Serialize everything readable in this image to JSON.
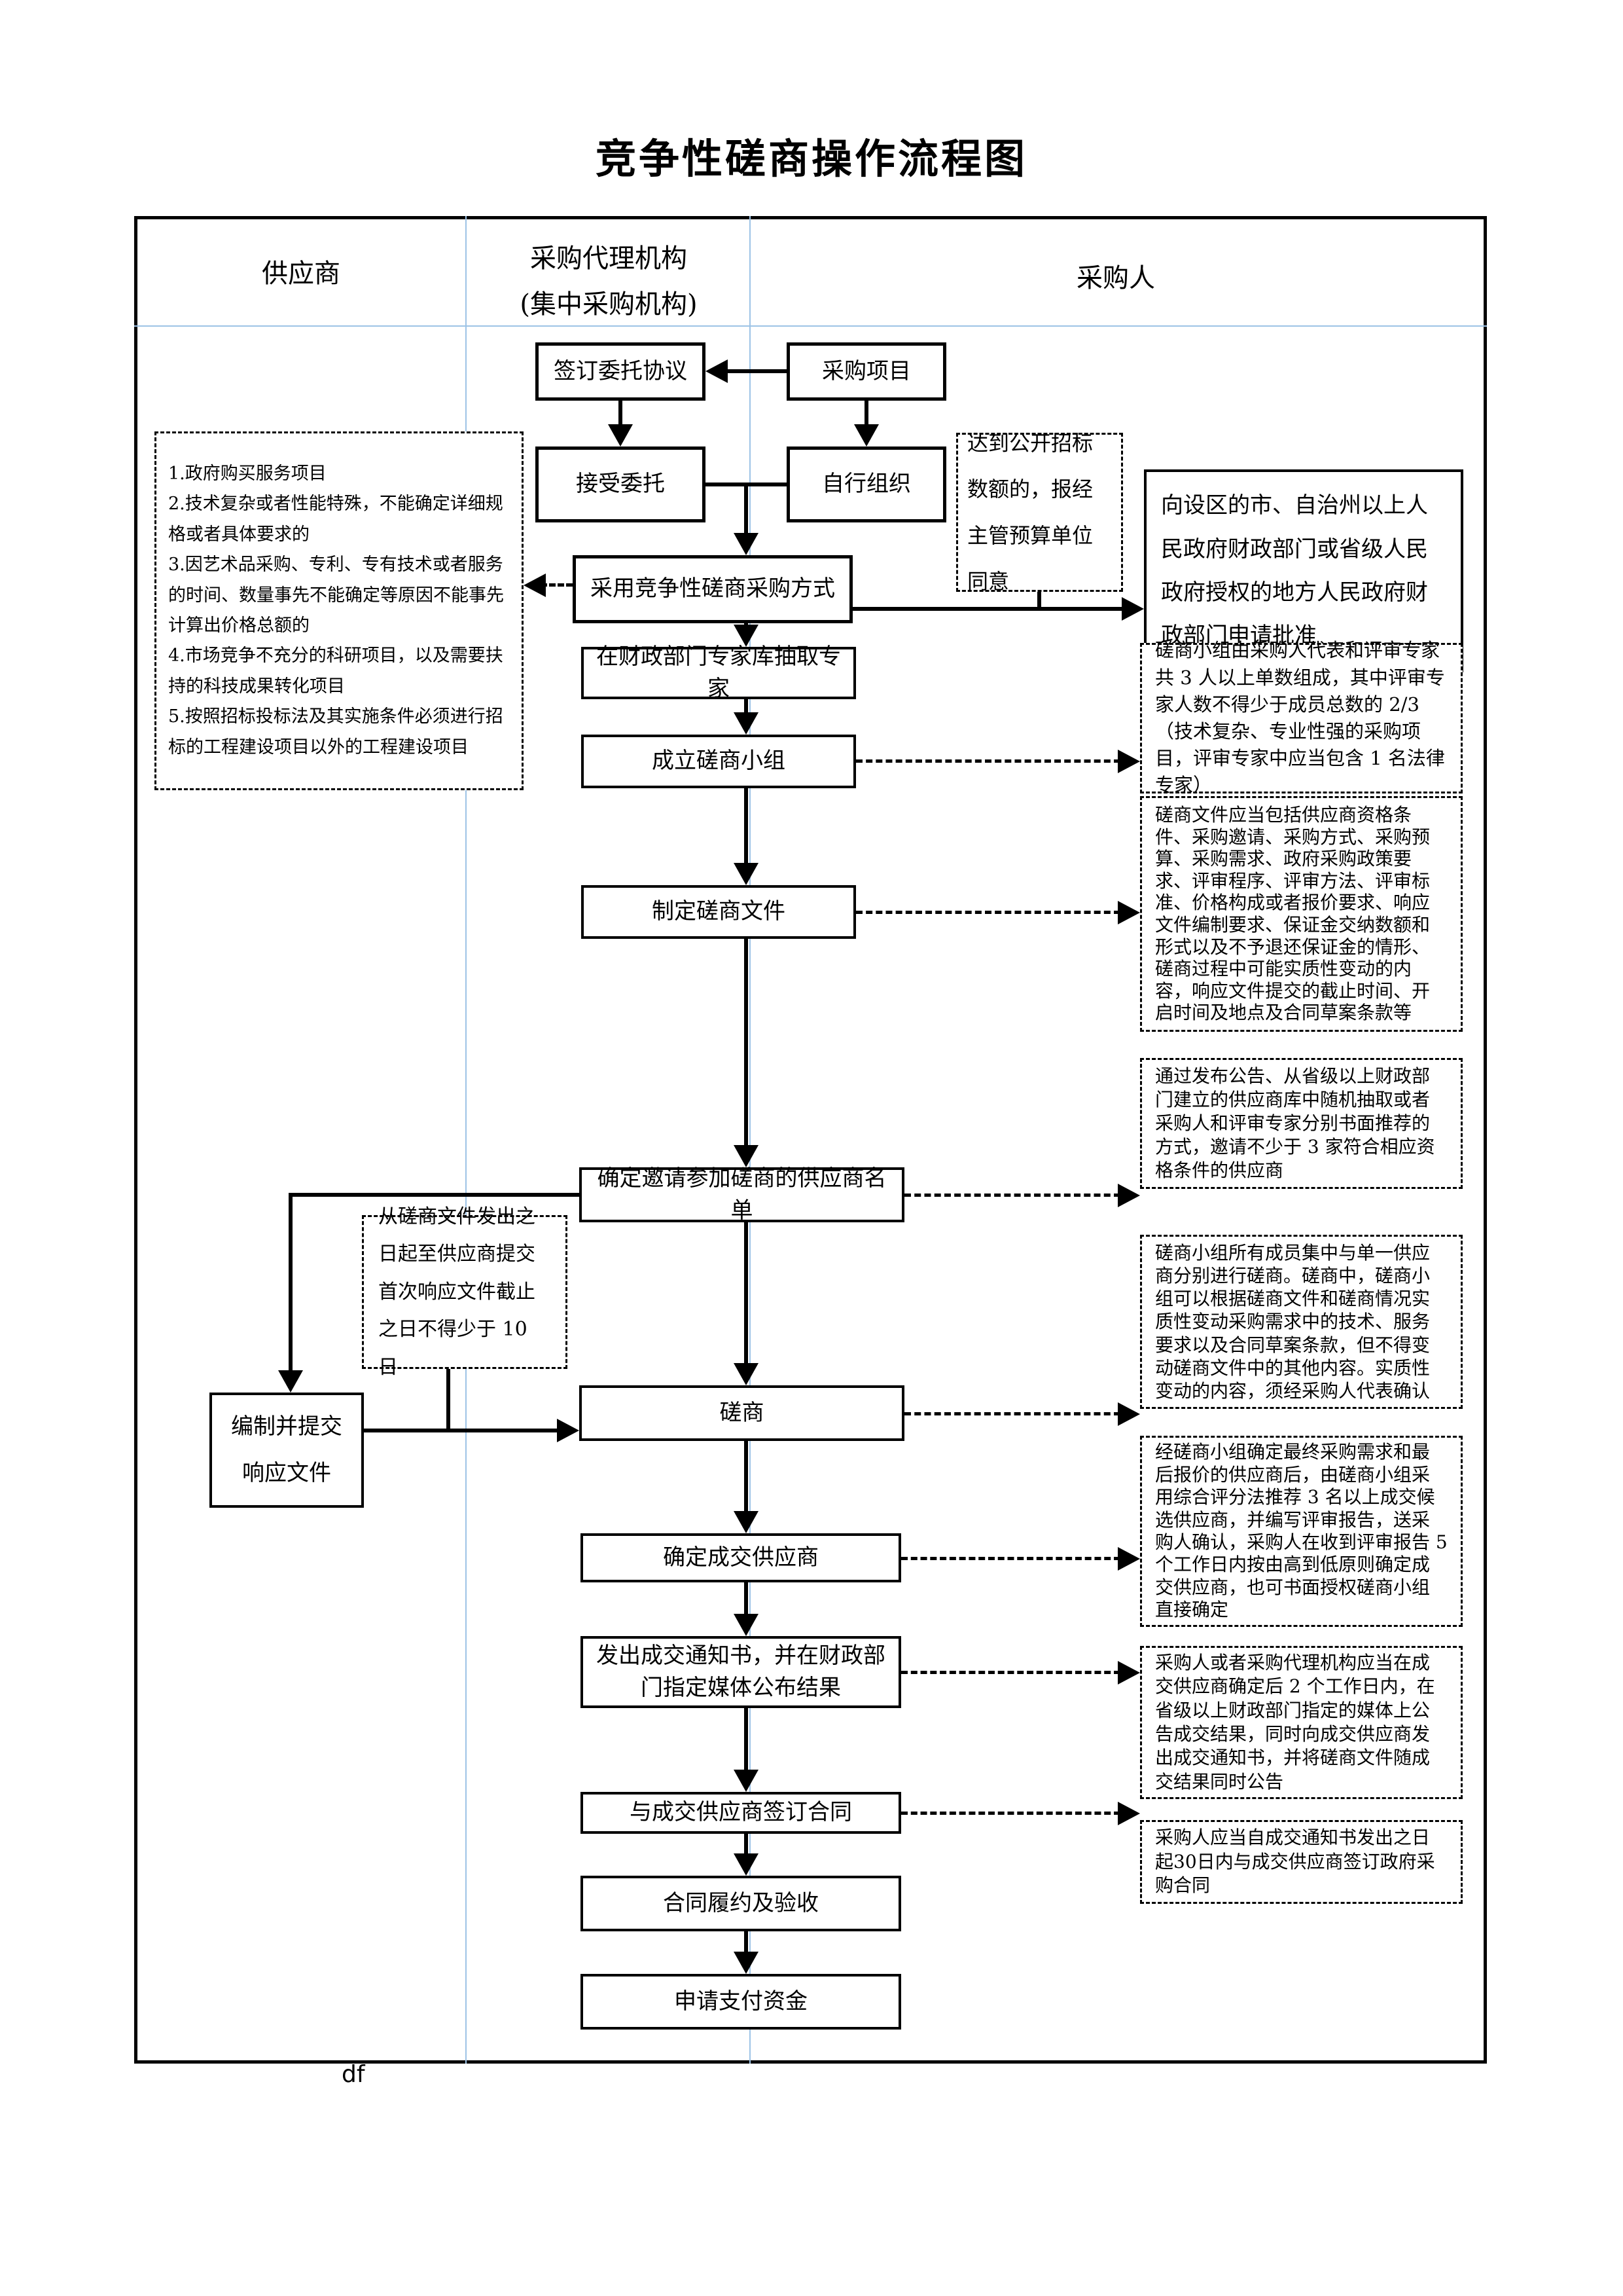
{
  "title": "竞争性磋商操作流程图",
  "lanes": {
    "supplier": "供应商",
    "agency_line1": "采购代理机构",
    "agency_line2": "(集中采购机构)",
    "purchaser": "采购人"
  },
  "flow": {
    "procurement_project": "采购项目",
    "sign_agreement": "签订委托协议",
    "accept_entrust": "接受委托",
    "self_organize": "自行组织",
    "adopt_method": "采用竞争性磋商采购方式",
    "extract_experts": "在财政部门专家库抽取专家",
    "form_group": "成立磋商小组",
    "make_docs": "制定磋商文件",
    "determine_list": "确定邀请参加磋商的供应商名单",
    "negotiate": "磋商",
    "determine_supplier": "确定成交供应商",
    "issue_notice": "发出成交通知书，并在财政部门指定媒体公布结果",
    "sign_contract": "与成交供应商签订合同",
    "perform_contract": "合同履约及验收",
    "apply_payment": "申请支付资金",
    "prepare_response_line1": "编制并提交",
    "prepare_response_line2": "响应文件",
    "apply_approval": "向设区的市、自治州以上人民政府财政部门或省级人民政府授权的地方人民政府财政部门申请批准"
  },
  "notes": {
    "conditions": [
      "1.政府购买服务项目",
      "2.技术复杂或者性能特殊，不能确定详细规格或者具体要求的",
      "3.因艺术品采购、专利、专有技术或者服务的时间、数量事先不能确定等原因不能事先计算出价格总额的",
      "4.市场竞争不充分的科研项目，以及需要扶持的科技成果转化项目",
      "5.按照招标投标法及其实施条件必须进行招标的工程建设项目以外的工程建设项目"
    ],
    "over_threshold": "达到公开招标数额的，报经主管预算单位同意",
    "min_days": "从磋商文件发出之日起至供应商提交首次响应文件截止之日不得少于 10 日",
    "group_composition": "磋商小组由采购人代表和评审专家共 3 人以上单数组成，其中评审专家人数不得少于成员总数的 2/3（技术复杂、专业性强的采购项目，评审专家中应当包含 1 名法律专家）",
    "doc_contents": "磋商文件应当包括供应商资格条件、采购邀请、采购方式、采购预算、采购需求、政府采购政策要求、评审程序、评审方法、评审标准、价格构成或者报价要求、响应文件编制要求、保证金交纳数额和形式以及不予退还保证金的情形、磋商过程中可能实质性变动的内容，响应文件提交的截止时间、开启时间及地点及合同草案条款等",
    "invite_suppliers": "通过发布公告、从省级以上财政部门建立的供应商库中随机抽取或者采购人和评审专家分别书面推荐的方式，邀请不少于 3 家符合相应资格条件的供应商",
    "negotiation_rule": "磋商小组所有成员集中与单一供应商分别进行磋商。磋商中，磋商小组可以根据磋商文件和磋商情况实质性变动采购需求中的技术、服务要求以及合同草案条款，但不得变动磋商文件中的其他内容。实质性变动的内容，须经采购人代表确认",
    "evaluation_rule": "经磋商小组确定最终采购需求和最后报价的供应商后，由磋商小组采用综合评分法推荐 3 名以上成交候选供应商，并编写评审报告，送采购人确认，采购人在收到评审报告 5 个工作日内按由高到低原则确定成交供应商，也可书面授权磋商小组直接确定",
    "announce_rule": "采购人或者采购代理机构应当在成交供应商确定后 2 个工作日内，在省级以上财政部门指定的媒体上公告成交结果，同时向成交供应商发出成交通知书，并将磋商文件随成交结果同时公告",
    "contract_rule": "采购人应当自成交通知书发出之日起30日内与成交供应商签订政府采购合同"
  },
  "footer": {
    "stray_text": "df"
  },
  "colors": {
    "lane_line": "#9dc3e6",
    "line_color": "#000000"
  }
}
